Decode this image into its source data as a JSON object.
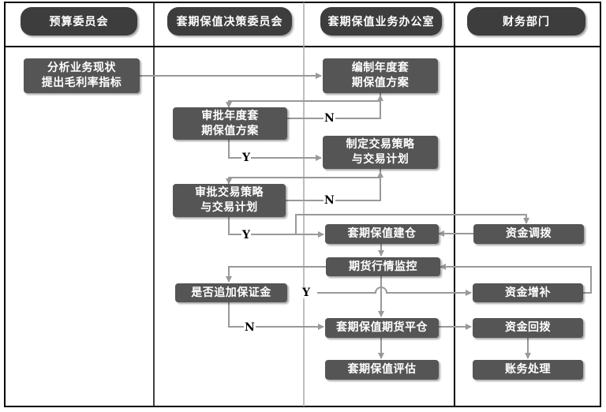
{
  "lanes": [
    "预算委员会",
    "套期保值决策委员会",
    "套期保值业务办公室",
    "财务部门"
  ],
  "boxes": {
    "analyze": "分析业务现状\n提出毛利率指标",
    "compile_plan": "编制年度套\n期保值方案",
    "approve_plan": "审批年度套\n期保值方案",
    "make_strategy": "制定交易策略\n与交易计划",
    "approve_strategy": "审批交易策略\n与交易计划",
    "open_position": "套期保值建仓",
    "fund_allocate": "资金调拨",
    "monitor": "期货行情监控",
    "add_margin": "是否追加保证金",
    "fund_supplement": "资金增补",
    "close_position": "套期保值期货平仓",
    "fund_return": "资金回拨",
    "evaluate": "套期保值评估",
    "accounting": "账务处理"
  },
  "labels": {
    "n1": "N",
    "y1": "Y",
    "n2": "N",
    "y2": "Y",
    "y3": "Y",
    "n3": "N"
  },
  "colors": {
    "box": "#555555",
    "header": "#3d3d3d",
    "line": "#999999"
  }
}
